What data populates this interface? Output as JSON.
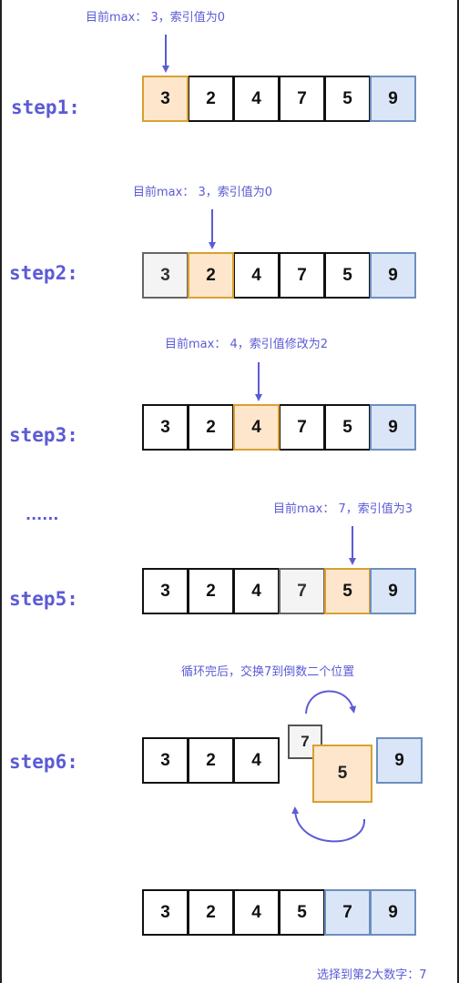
{
  "steps": [
    {
      "label": "step1:",
      "note": "目前max： 3，索引值为0",
      "cells": [
        {
          "v": "3",
          "state": "active"
        },
        {
          "v": "2",
          "state": "normal"
        },
        {
          "v": "4",
          "state": "normal"
        },
        {
          "v": "7",
          "state": "normal"
        },
        {
          "v": "5",
          "state": "normal"
        },
        {
          "v": "9",
          "state": "done"
        }
      ]
    },
    {
      "label": "step2:",
      "note": "目前max： 3，索引值为0",
      "cells": [
        {
          "v": "3",
          "state": "seen"
        },
        {
          "v": "2",
          "state": "active"
        },
        {
          "v": "4",
          "state": "normal"
        },
        {
          "v": "7",
          "state": "normal"
        },
        {
          "v": "5",
          "state": "normal"
        },
        {
          "v": "9",
          "state": "done"
        }
      ]
    },
    {
      "label": "step3:",
      "note": "目前max： 4，索引值修改为2",
      "cells": [
        {
          "v": "3",
          "state": "normal"
        },
        {
          "v": "2",
          "state": "normal"
        },
        {
          "v": "4",
          "state": "active"
        },
        {
          "v": "7",
          "state": "normal"
        },
        {
          "v": "5",
          "state": "normal"
        },
        {
          "v": "9",
          "state": "done"
        }
      ]
    },
    {
      "label": "step5:",
      "note": "目前max： 7，索引值为3",
      "cells": [
        {
          "v": "3",
          "state": "normal"
        },
        {
          "v": "2",
          "state": "normal"
        },
        {
          "v": "4",
          "state": "normal"
        },
        {
          "v": "7",
          "state": "seen"
        },
        {
          "v": "5",
          "state": "active"
        },
        {
          "v": "9",
          "state": "done"
        }
      ]
    }
  ],
  "ellipsis": "......",
  "step6": {
    "label": "step6:",
    "note": "循环完后，交换7到倒数二个位置",
    "left_cells": [
      "3",
      "2",
      "4"
    ],
    "swap_small": "7",
    "swap_big": "5",
    "last_cell": "9"
  },
  "final": {
    "cells": [
      {
        "v": "3",
        "state": "normal"
      },
      {
        "v": "2",
        "state": "normal"
      },
      {
        "v": "4",
        "state": "normal"
      },
      {
        "v": "5",
        "state": "normal"
      },
      {
        "v": "7",
        "state": "done"
      },
      {
        "v": "9",
        "state": "done"
      }
    ],
    "caption": "选择到第2大数字：7"
  },
  "colors": {
    "accent": "#5b5bd6",
    "active_fill": "#fde6cc",
    "active_border": "#d9a030",
    "done_fill": "#dae6f7",
    "done_border": "#6c8ebf",
    "seen_fill": "#f4f4f4"
  }
}
